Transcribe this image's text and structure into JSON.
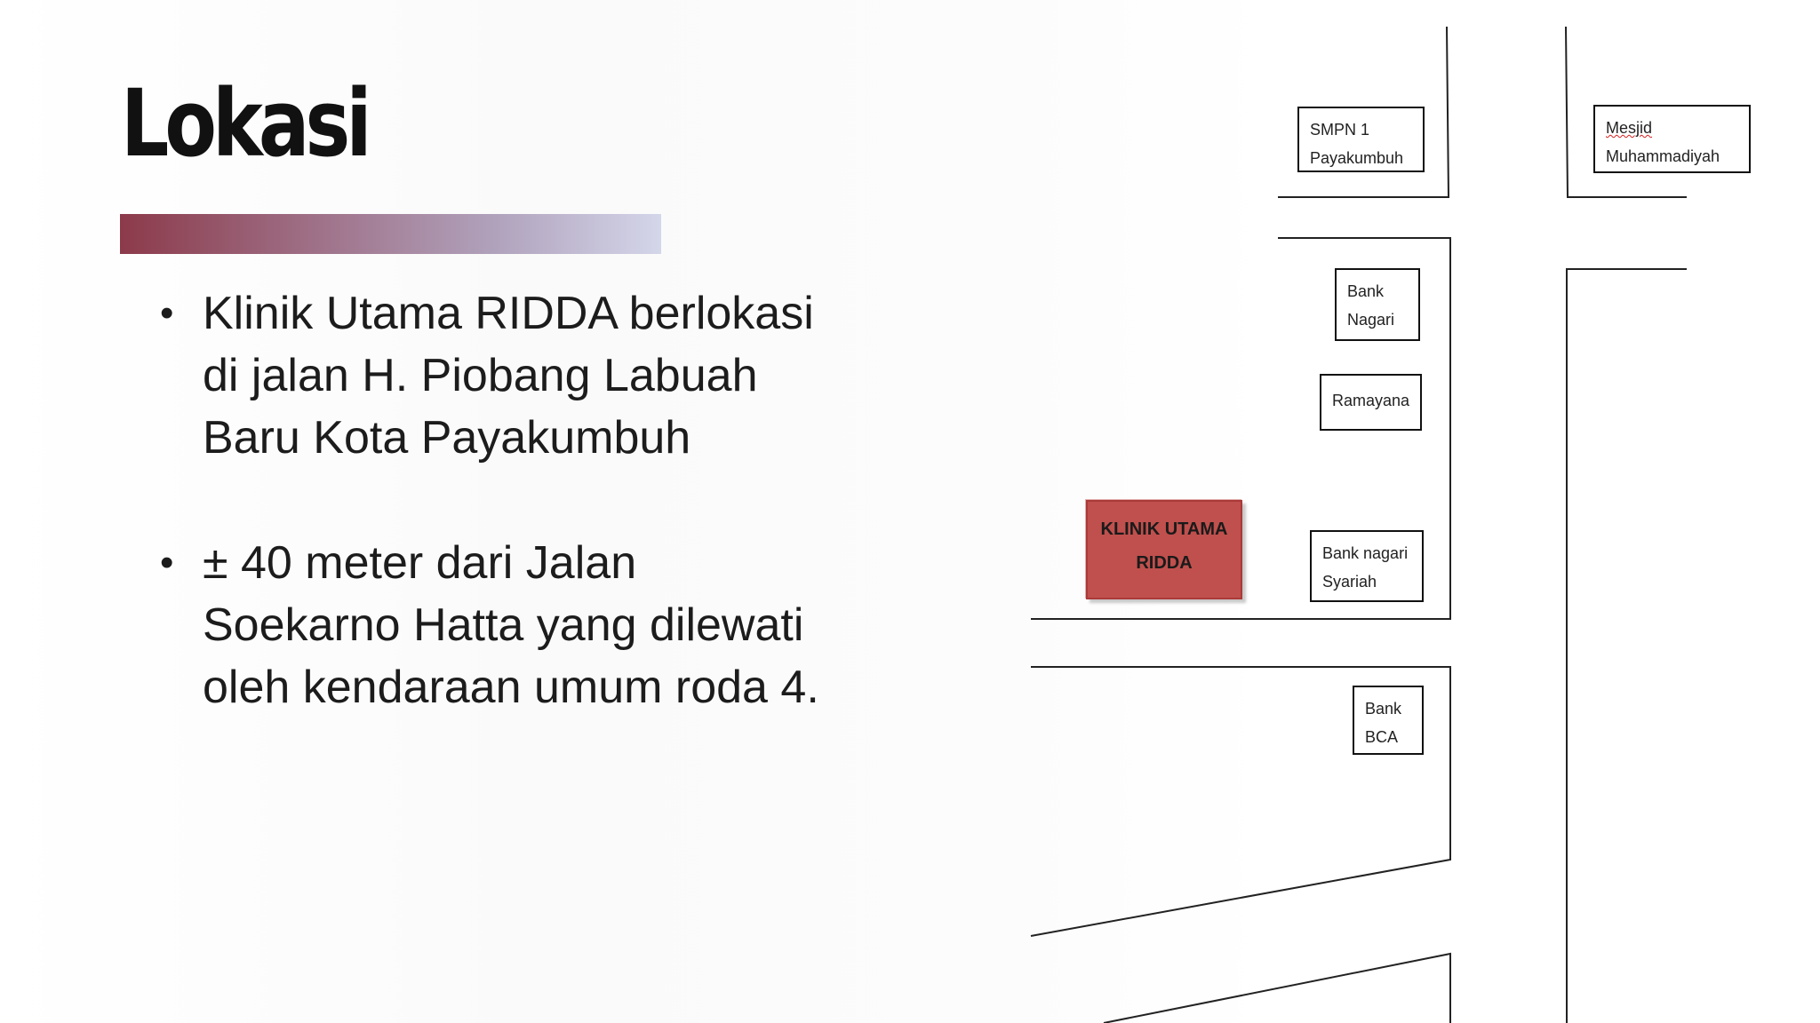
{
  "slide": {
    "title": "Lokasi",
    "accent_gradient": [
      "#8c3a4a",
      "#9e6f86",
      "#b1a3bd",
      "#d4d6ea"
    ],
    "bullets": [
      "Klinik Utama RIDDA berlokasi di jalan H. Piobang Labuah Baru Kota Payakumbuh",
      "± 40 meter dari Jalan Soekarno Hatta yang dilewati oleh kendaraan umum roda 4."
    ]
  },
  "map": {
    "clinic": {
      "line1": "KLINIK UTAMA",
      "line2": "RIDDA",
      "color": "#c0504d"
    },
    "places": {
      "smpn": {
        "line1": "SMPN 1",
        "line2": "Payakumbuh"
      },
      "masjid": {
        "line1": "Mesjid",
        "line2": "Muhammadiyah"
      },
      "bank_nagari": {
        "line1": "Bank",
        "line2": "Nagari"
      },
      "ramayana": {
        "line1": "Ramayana"
      },
      "bank_nagari_syariah": {
        "line1": "Bank nagari",
        "line2": "Syariah"
      },
      "bank_bca": {
        "line1": "Bank",
        "line2": "BCA"
      }
    }
  }
}
